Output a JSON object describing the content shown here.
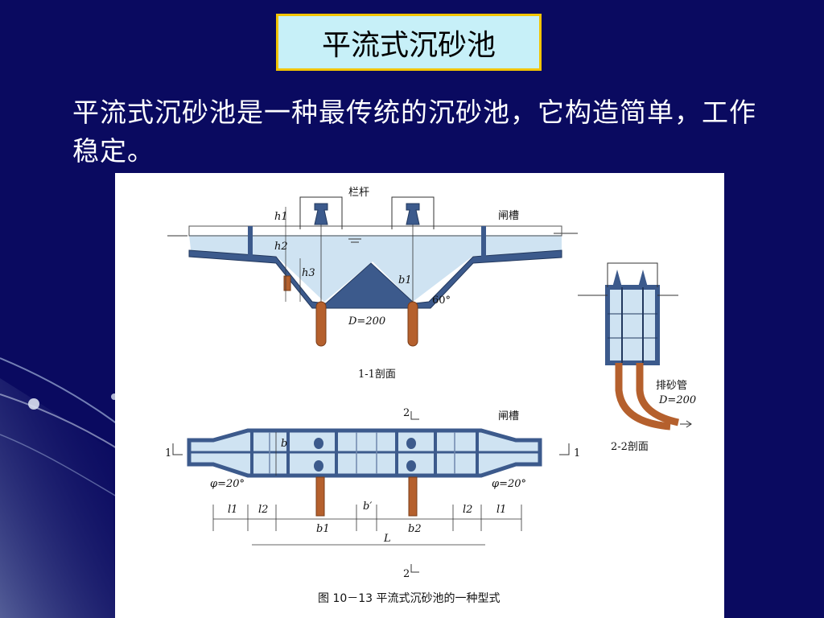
{
  "slide": {
    "title": "平流式沉砂池",
    "body": "平流式沉砂池是一种最传统的沉砂池，它构造简单，工作稳定。"
  },
  "figure": {
    "section_1_1": {
      "railing": "栏杆",
      "gate_slot": "闸槽",
      "h1": "h1",
      "h2": "h2",
      "h3": "h3",
      "b1": "b1",
      "angle": "60°",
      "pipe": "D=200",
      "title": "1-1剖面"
    },
    "section_2_2": {
      "sand_pipe": "排砂管",
      "pipe": "D=200",
      "title": "2-2剖面"
    },
    "plan": {
      "gate_slot": "闸槽",
      "cut_top": "2",
      "cut_bottom": "2",
      "cut_left": "1",
      "cut_right": "1",
      "b": "b",
      "phi_left": "φ=20°",
      "phi_right": "φ=20°",
      "l1_left": "l1",
      "l2_left": "l2",
      "b_prime": "b′",
      "l2_right": "l2",
      "l1_right": "l1",
      "b1": "b1",
      "b2": "b2",
      "L": "L"
    },
    "caption": "图 10－13   平流式沉砂池的一种型式"
  },
  "colors": {
    "background": "#0a0a60",
    "title_fill": "#c7f0f8",
    "title_border": "#f2c400",
    "structure": "#3c5a8c",
    "water": "#cfe3f2",
    "pipe": "#b5602d"
  }
}
